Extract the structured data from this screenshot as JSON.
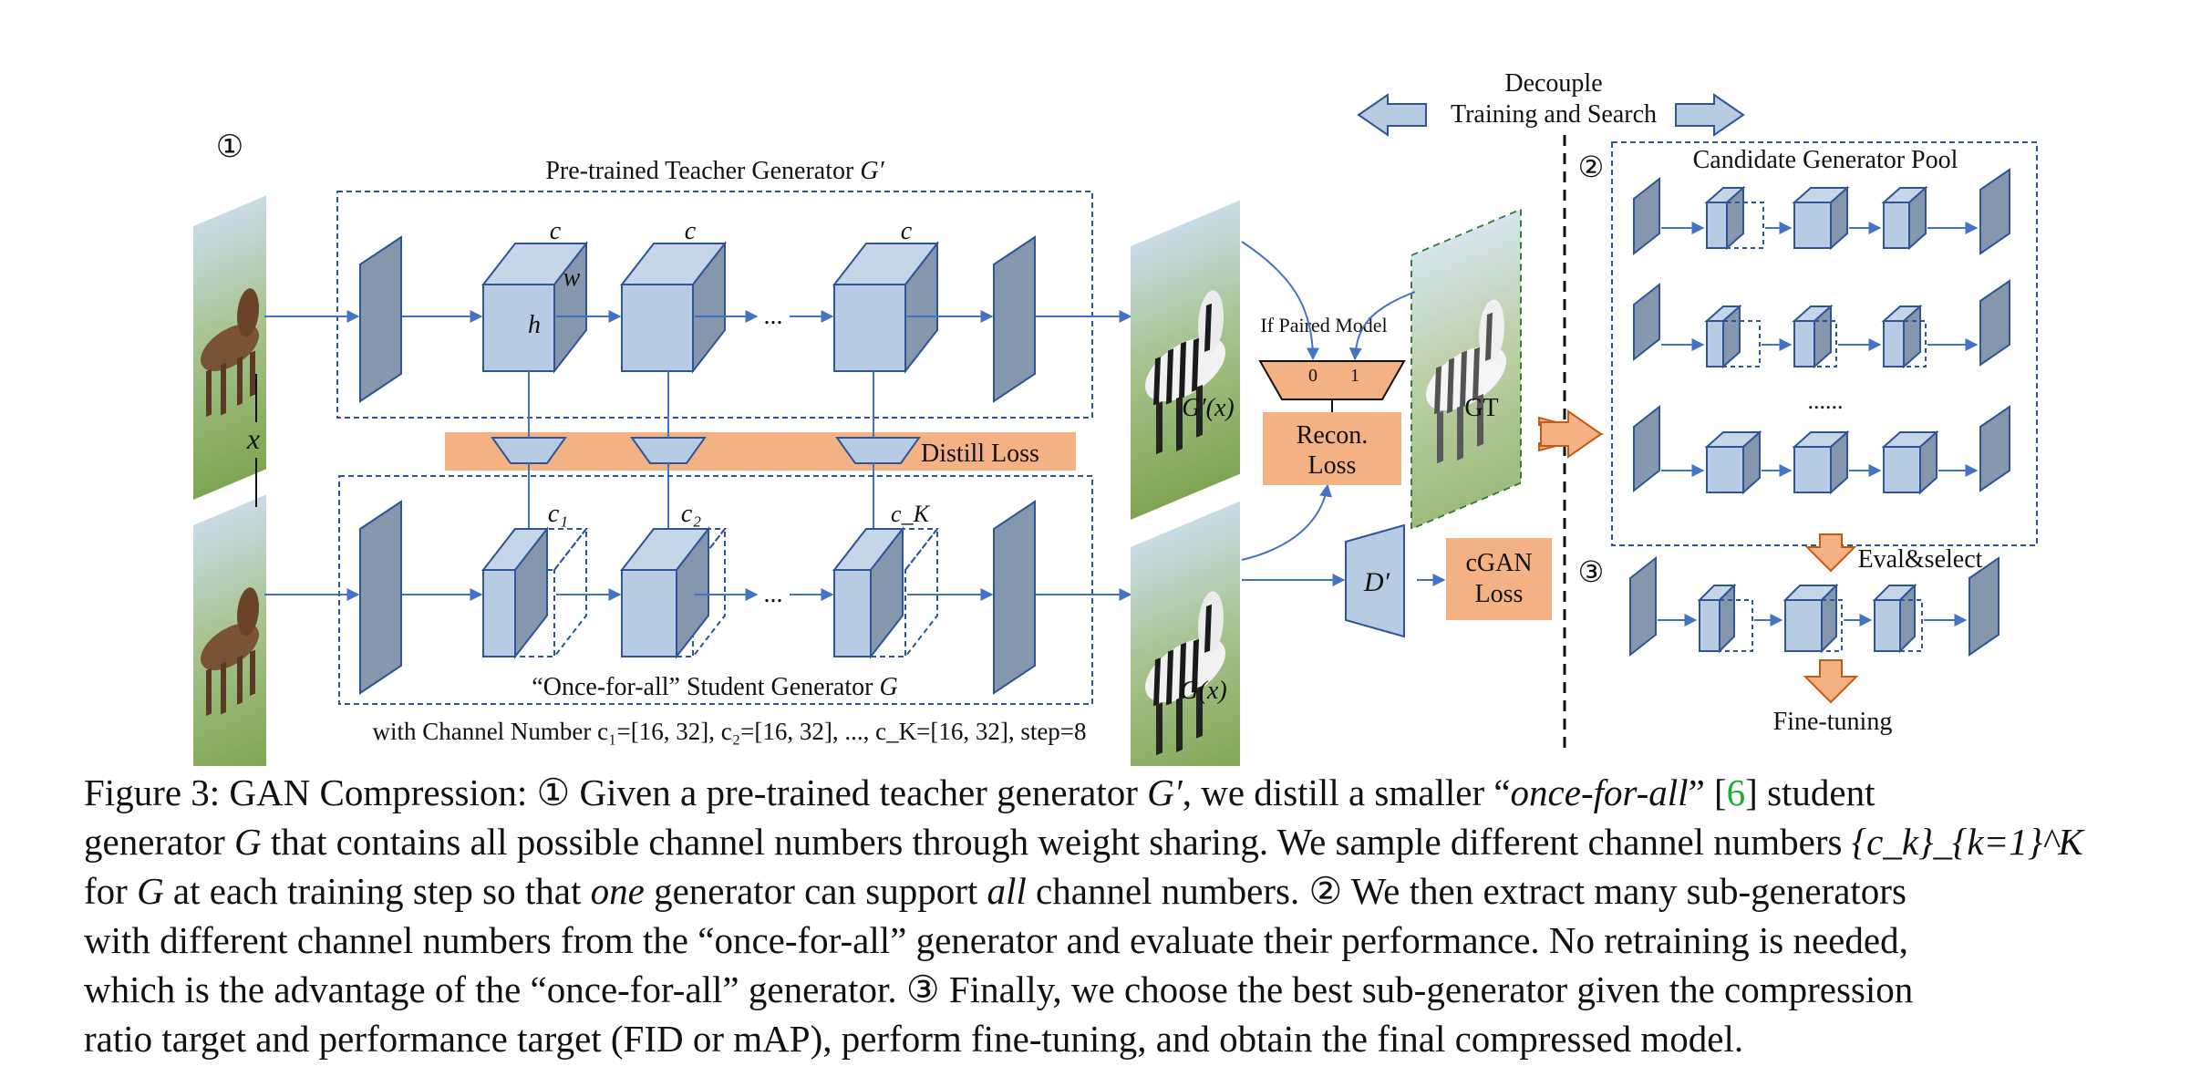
{
  "section_markers": {
    "one": "①",
    "two": "②",
    "three": "③"
  },
  "teacher": {
    "title": "Pre-trained Teacher Generator ",
    "title_sym": "G′",
    "cube_c": "c",
    "cube_w": "w",
    "cube_h": "h",
    "ellipsis": "...",
    "output_label": "G′(x)"
  },
  "student": {
    "title": "“Once-for-all” Student Generator ",
    "title_sym": "G",
    "c1": "c₁",
    "c2": "c₂",
    "cK": "c_K",
    "ellipsis": "...",
    "output_label": "G(x)",
    "channel_note": "with Channel Number c₁=[16, 32], c₂=[16, 32], ..., c_K=[16, 32], step=8"
  },
  "input_label": "x",
  "distill_loss": "Distill Loss",
  "paired": {
    "title": "If Paired Model",
    "zero": "0",
    "one": "1"
  },
  "recon_loss": {
    "line1": "Recon.",
    "line2": "Loss"
  },
  "discriminator": "D′",
  "cgan_loss": {
    "line1": "cGAN",
    "line2": "Loss"
  },
  "gt_label": "GT",
  "decouple": {
    "line1": "Decouple",
    "line2": "Training and Search"
  },
  "pool": {
    "title": "Candidate Generator Pool",
    "dots": "......"
  },
  "eval_select": "Eval&select",
  "fine_tuning": "Fine-tuning",
  "caption": {
    "l1_a": "Figure 3: GAN Compression: ① Given a pre-trained teacher generator ",
    "l1_g": "G′",
    "l1_b": ", we distill a smaller “",
    "l1_ofa": "once-for-all",
    "l1_c": "” ",
    "l1_cite": "6",
    "l1_d": " student",
    "l2_a": "generator ",
    "l2_g": "G",
    "l2_b": " that contains all possible channel numbers through weight sharing. We sample different channel numbers ",
    "l2_set": "{c_k}_{k=1}^K",
    "l3_a": "for ",
    "l3_g": "G",
    "l3_b": " at each training step so that ",
    "l3_one": "one",
    "l3_c": " generator can support ",
    "l3_all": "all",
    "l3_d": " channel numbers. ② We then extract many sub-generators",
    "l4": "with different channel numbers from the “once-for-all” generator and evaluate their performance. No retraining is needed,",
    "l5": "which is the advantage of the “once-for-all” generator. ③ Finally, we choose the best sub-generator given the compression",
    "l6": "ratio target and performance target (FID or mAP), perform fine-tuning, and obtain the final compressed model."
  }
}
